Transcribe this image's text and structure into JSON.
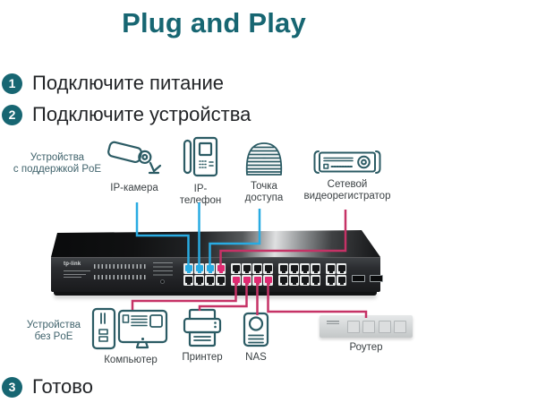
{
  "title": "Plug and Play",
  "steps": [
    {
      "num": "1",
      "label": "Подключите питание"
    },
    {
      "num": "2",
      "label": "Подключите устройства"
    },
    {
      "num": "3",
      "label": "Готово"
    }
  ],
  "poe_group": {
    "label_line1": "Устройства",
    "label_line2": "с поддержкой PoE",
    "devices": [
      {
        "name": "IP-камера",
        "icon": "ip-camera"
      },
      {
        "name": "IP-телефон",
        "icon": "ip-phone"
      },
      {
        "name": "Точка доступа",
        "icon": "access-point"
      },
      {
        "name": "Сетевой видеорегистратор",
        "icon": "nvr"
      }
    ]
  },
  "non_poe_group": {
    "label_line1": "Устройства",
    "label_line2": "без PoE",
    "devices": [
      {
        "name": "Компьютер",
        "icon": "computer"
      },
      {
        "name": "Принтер",
        "icon": "printer"
      },
      {
        "name": "NAS",
        "icon": "nas"
      },
      {
        "name": "Роутер",
        "icon": "router"
      }
    ]
  },
  "switch": {
    "brand": "tp-link",
    "port_groups": [
      {
        "top": [
          "blue",
          "blue",
          "blue",
          "pink"
        ],
        "bottom": [
          "",
          "",
          "",
          ""
        ]
      },
      {
        "top": [
          "",
          "",
          "",
          ""
        ],
        "bottom": [
          "pink",
          "pink",
          "pink",
          "pink"
        ]
      },
      {
        "top": [
          "",
          "",
          "",
          ""
        ],
        "bottom": [
          "",
          "",
          "",
          ""
        ]
      }
    ]
  },
  "colors": {
    "accent_teal": "#176672",
    "icon_stroke": "#2b5b64",
    "poe_line_blue": "#29abe2",
    "uplink_line_pink": "#c63266",
    "port_highlight_pink": "#e02a72",
    "text_dark": "#222427",
    "group_label_teal": "#40636c"
  }
}
